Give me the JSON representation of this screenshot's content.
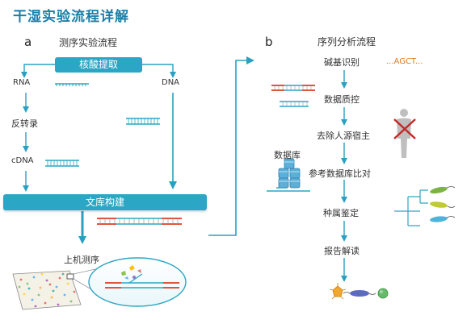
{
  "title": "干湿实验流程详解",
  "panel_a": {
    "letter": "a",
    "title": "测序实验流程",
    "extract_bar": "核酸提取",
    "rna": "RNA",
    "dna": "DNA",
    "reverse_transcription": "反转录",
    "cdna": "cDNA",
    "library_bar": "文库构建",
    "sequencing": "上机测序"
  },
  "panel_b": {
    "letter": "b",
    "title": "序列分析流程",
    "steps": [
      "碱基识别",
      "数据质控",
      "去除人源宿主",
      "参考数据库比对",
      "种属鉴定",
      "报告解读"
    ],
    "sequence_text": "...AGCT...",
    "database_label": "数据库"
  },
  "colors": {
    "accent": "#2ba6c4",
    "arrow": "#2aa0c0",
    "title": "#1a7fa8",
    "red_strand": "#e0533c",
    "red_x": "#c62828"
  }
}
